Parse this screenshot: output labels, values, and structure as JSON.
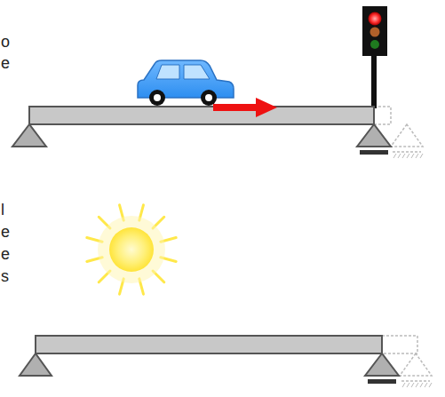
{
  "diagram": {
    "labels": [
      "o",
      "e",
      "l",
      "e",
      "e",
      "s"
    ]
  }
}
